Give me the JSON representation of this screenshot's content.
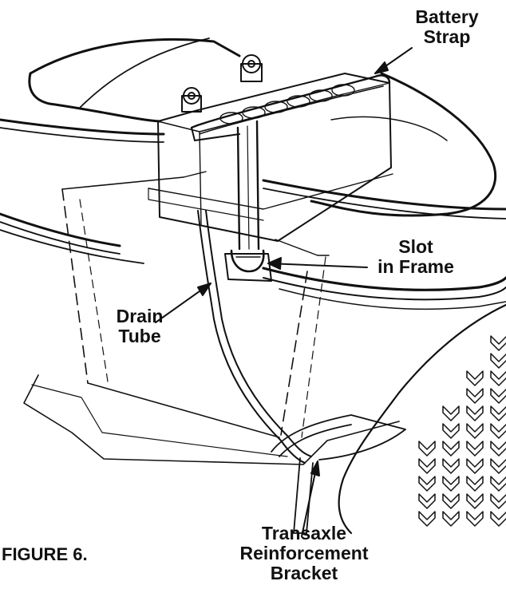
{
  "figure": {
    "caption": "FIGURE 6.",
    "labels": {
      "battery_strap": [
        "Battery",
        "Strap"
      ],
      "slot_in_frame": [
        "Slot",
        "in Frame"
      ],
      "drain_tube": [
        "Drain",
        "Tube"
      ],
      "transaxle_bracket": [
        "Transaxle",
        "Reinforcement",
        "Bracket"
      ]
    }
  },
  "colors": {
    "line": "#111111",
    "background": "#ffffff"
  },
  "components": [
    "battery",
    "battery-terminals",
    "battery-strap",
    "drain-tube",
    "frame",
    "seat-pan",
    "transaxle-reinforcement-bracket",
    "rear-tire"
  ]
}
